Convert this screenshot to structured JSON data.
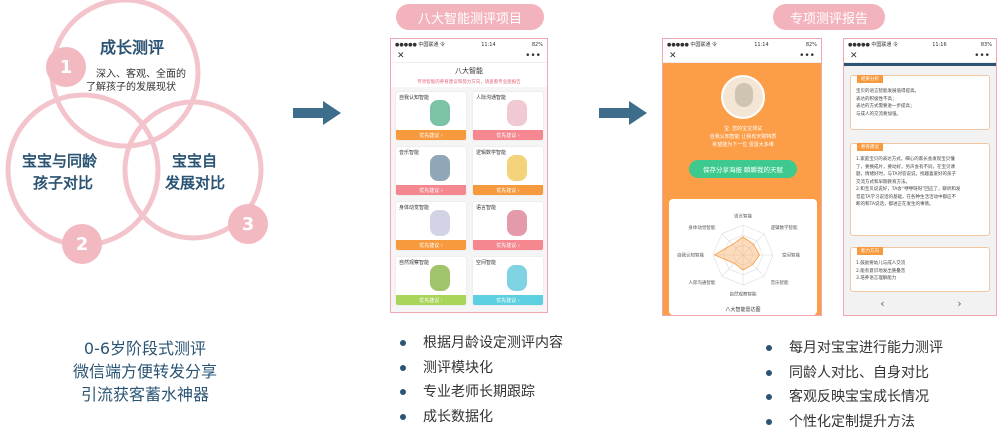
{
  "left": {
    "circle1": {
      "number": "1",
      "title": "成长测评",
      "desc1": "深入、客观、全面的",
      "desc2": "了解孩子的发展现状"
    },
    "circle2": {
      "number": "2",
      "title_line1": "宝宝与同龄",
      "title_line2": "孩子对比"
    },
    "circle3": {
      "number": "3",
      "title_line1": "宝宝自",
      "title_line2": "发展对比"
    },
    "summary": [
      "0-6岁阶段式测评",
      "微信端方便转发分享",
      "引流获客蓄水神器"
    ]
  },
  "middle": {
    "pill": "八大智能测评项目",
    "phone": {
      "status_left": "●●●●● 中国联通 令",
      "status_time": "11:14",
      "status_right": "82%",
      "close": "✕",
      "more": "•••",
      "title": "八大智能",
      "subtitle": "专项智能的养育建议和努力方向，请查看专业能报告",
      "cards": [
        {
          "name": "自我认知智能",
          "btn": "优先建议 ›",
          "color": "#f79a3e"
        },
        {
          "name": "人际沟通智能",
          "btn": "优先建议 ›",
          "color": "#f4878f"
        },
        {
          "name": "音乐智能",
          "btn": "优先建议 ›",
          "color": "#f4878f"
        },
        {
          "name": "逻辑数学智能",
          "btn": "优先建议 ›",
          "color": "#f79a3e"
        },
        {
          "name": "身体动觉智能",
          "btn": "优先建议 ›",
          "color": "#f79a3e"
        },
        {
          "name": "语言智能",
          "btn": "优先建议 ›",
          "color": "#f4878f"
        },
        {
          "name": "自然观察智能",
          "btn": "优先建议 ›",
          "color": "#a8d55a"
        },
        {
          "name": "空间智能",
          "btn": "优先建议 ›",
          "color": "#5ccfe0"
        }
      ]
    },
    "bullets": [
      "根据月龄设定测评内容",
      "测评模块化",
      "专业老师长期跟踪",
      "成长数据化"
    ]
  },
  "right": {
    "pill": "专项测评报告",
    "phone1": {
      "status_left": "●●●●● 中国联通 令",
      "status_time": "11:14",
      "status_right": "82%",
      "close": "✕",
      "more": "•••",
      "text1": "宝: 您的宝宝测试",
      "text2": "自我认知智能 让我有天赋特质",
      "text3": "希望能为下一位 蛋蛋大多维",
      "share": "保存分享海报 瞬瞬我的天赋",
      "radar_labels": [
        "语言智能",
        "逻辑数学智能",
        "空间智能",
        "音乐智能",
        "自然观察智能",
        "人际沟通智能",
        "自我认知智能",
        "身体动觉智能"
      ],
      "radar_caption": "八大智能雷达图"
    },
    "phone2": {
      "status_left": "●●●●● 中国联通 令",
      "status_time": "11:16",
      "status_right": "83%",
      "close": "✕",
      "more": "•••",
      "sec1_tag": "结果分析",
      "sec1_lines": [
        "宝贝的语言智能发展值得提高。",
        "表达的积极性不高；",
        "表达的方式需要进一步提高；",
        "与成人的交流要加强。"
      ],
      "sec2_tag": "养育建议",
      "sec2_lines": [
        "1.家庭宝贝的表达方式，细心的家长会发现宝贝懂",
        "了，要换成片，要动好，另声会有不同，在宝贝课",
        "题，情绪好时，与TA对答说说，找趣喜爱好的孩子",
        "交流方式和早期教育方法。",
        "2.和宝贝说说好，TA会“咿咿呀呀”回应了，聊听和发",
        "音是TA学习说话的基础，在各种生活活动中都应不",
        "断的和TA说话，都进正在发生的事情。"
      ],
      "sec3_tag": "能力方向",
      "sec3_lines": [
        "1.鼓励要幼儿与成人交流",
        "2.能有意识地发出重叠音",
        "3.培养语言理解能力"
      ],
      "nav_prev": "‹",
      "nav_next": "›"
    },
    "bullets": [
      "每月对宝宝进行能力测评",
      "同龄人对比、自身对比",
      "客观反映宝宝成长情况",
      "个性化定制提升方法"
    ]
  },
  "colors": {
    "navy": "#2b5474",
    "pink": "#f3b3bc",
    "orange": "#f79a3e",
    "arrow": "#3e6d8c"
  }
}
